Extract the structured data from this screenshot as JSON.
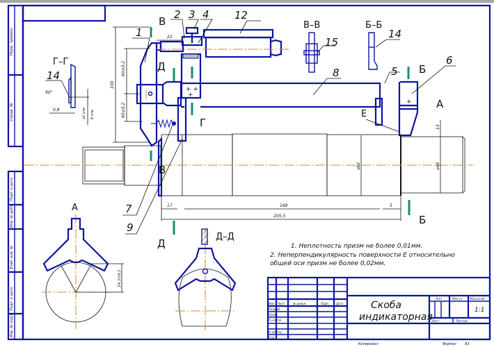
{
  "drawing": {
    "title_line1": "Скоба",
    "title_line2": "индикаторная",
    "colors": {
      "outline": "#0a14a0",
      "axis": "#d08a2a",
      "cut_mark": "#1a8a7a",
      "line": "#111111"
    }
  },
  "notes": [
    "1. Неплотность призм не более 0,01мм.",
    "2. Неперпендикулярность поверхности Е относительно",
    "общей оси призм не более 0,02мм."
  ],
  "views": {
    "section_gg": "Г–Г",
    "section_vv": "В–В",
    "section_bb": "Б–Б",
    "view_a": "А",
    "section_dd": "Д–Д"
  },
  "cut_letters": {
    "v_top": "В",
    "v_bottom": "В",
    "d_top": "Д",
    "d_bottom": "Д",
    "g": "Г",
    "b_top": "Б",
    "b_bottom": "Б",
    "a": "А",
    "e": "Е"
  },
  "part_numbers": [
    "1",
    "2",
    "3",
    "4",
    "5",
    "6",
    "7",
    "8",
    "9",
    "12",
    "14",
    "14",
    "15"
  ],
  "dimensions": {
    "d22": "22",
    "d100": "100",
    "d60_top": "60±0,2",
    "d60_bot": "60±0,2",
    "d90": "90°",
    "d08": "0,8",
    "d2": "⌀2 отв.",
    "d6": "6 отв.",
    "d17": "17",
    "d168": "168",
    "d5": "5",
    "d2055": "205,5",
    "d82": "⌀82",
    "d48": "⌀48",
    "d13": "13",
    "d24": "24,3±0,1"
  },
  "title_block": {
    "headers": [
      "Изм.",
      "Лист",
      "№ докум.",
      "Подп.",
      "Дата"
    ],
    "rows": [
      "Разраб.",
      "Пров.",
      "Т.контр.",
      "",
      "Н.контр.",
      "Утв."
    ],
    "lit_label": "Лит.",
    "mass_label": "Масса",
    "scale_label": "Масштаб",
    "scale_value": "1:1",
    "sheet_label": "Лист",
    "sheets_label": "Листов",
    "copied_label": "Копировал",
    "format_label": "Формат",
    "format_value": "А3"
  },
  "side_strip": {
    "top": [
      "Перв. примен.",
      "Справ. №"
    ],
    "bottom": [
      "Подп. и дата",
      "Инв. № дубл.",
      "Взам. инв. №",
      "Подп. и дата",
      "Инв. № подл."
    ]
  }
}
